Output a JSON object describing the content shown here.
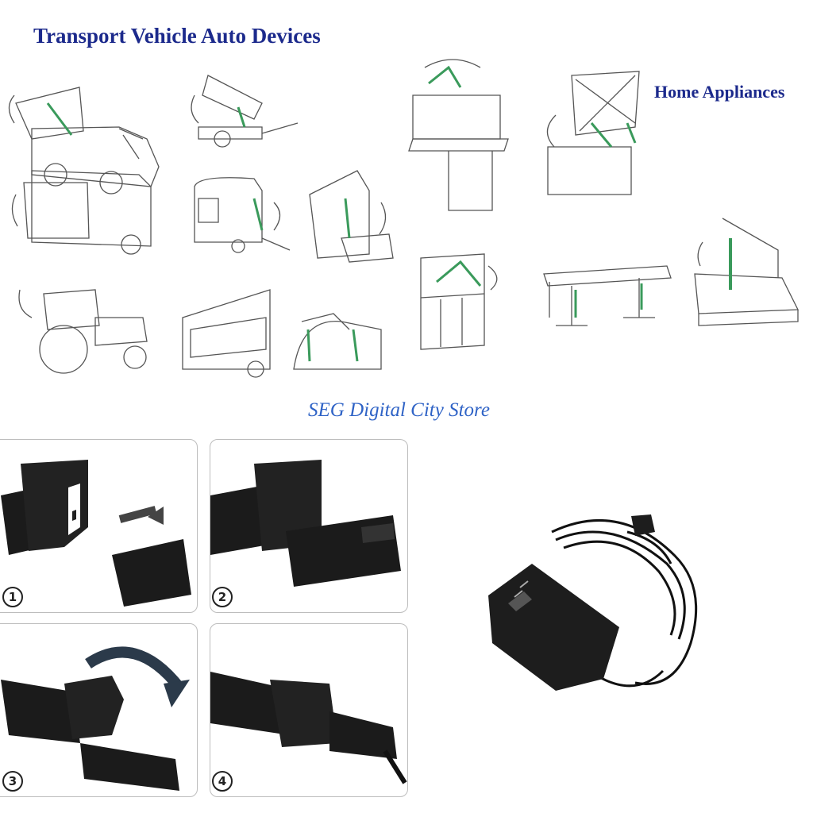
{
  "headings": {
    "transport": "Transport Vehicle Auto Devices",
    "home": "Home Appliances"
  },
  "watermark": "SEG Digital City Store",
  "steps": [
    {
      "number": "1"
    },
    {
      "number": "2"
    },
    {
      "number": "3"
    },
    {
      "number": "4"
    }
  ],
  "colors": {
    "heading": "#1c2a8c",
    "watermark": "#2f63c6",
    "strut": "#3a9a5b",
    "line_art": "#555555",
    "connector": "#1b1b1b"
  }
}
